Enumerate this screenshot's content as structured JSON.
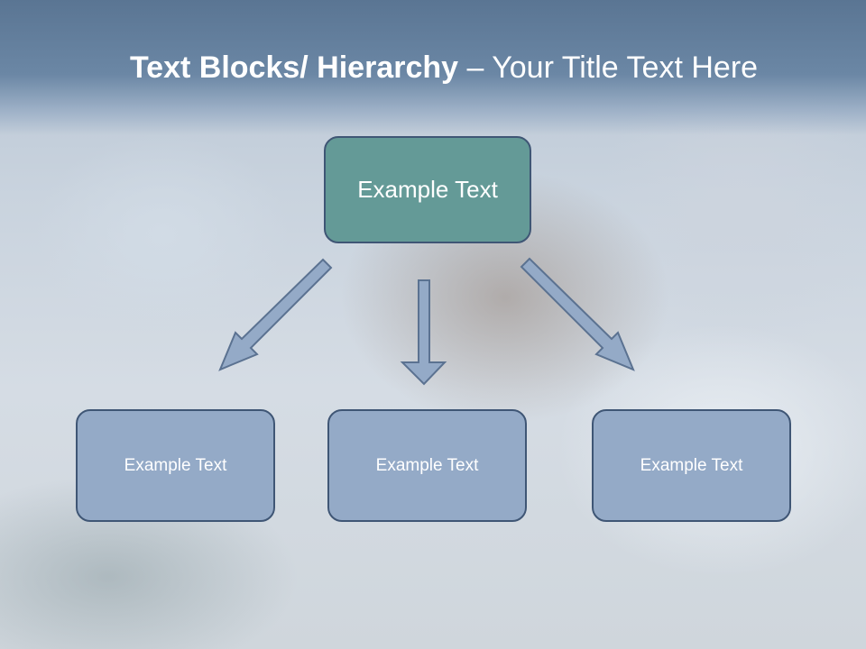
{
  "title": {
    "bold_part": "Text Blocks/ Hierarchy",
    "dash": " – ",
    "normal_part": "Your Title Text Here"
  },
  "hierarchy": {
    "top": {
      "label": "Example Text"
    },
    "children": [
      {
        "label": "Example Text"
      },
      {
        "label": "Example Text"
      },
      {
        "label": "Example Text"
      }
    ]
  },
  "colors": {
    "header": "#5a7593",
    "top_node_fill": "#649a97",
    "child_node_fill": "#94aac7",
    "node_border": "#3f5675",
    "arrow_fill": "#94aac7",
    "arrow_stroke": "#5b7291"
  }
}
